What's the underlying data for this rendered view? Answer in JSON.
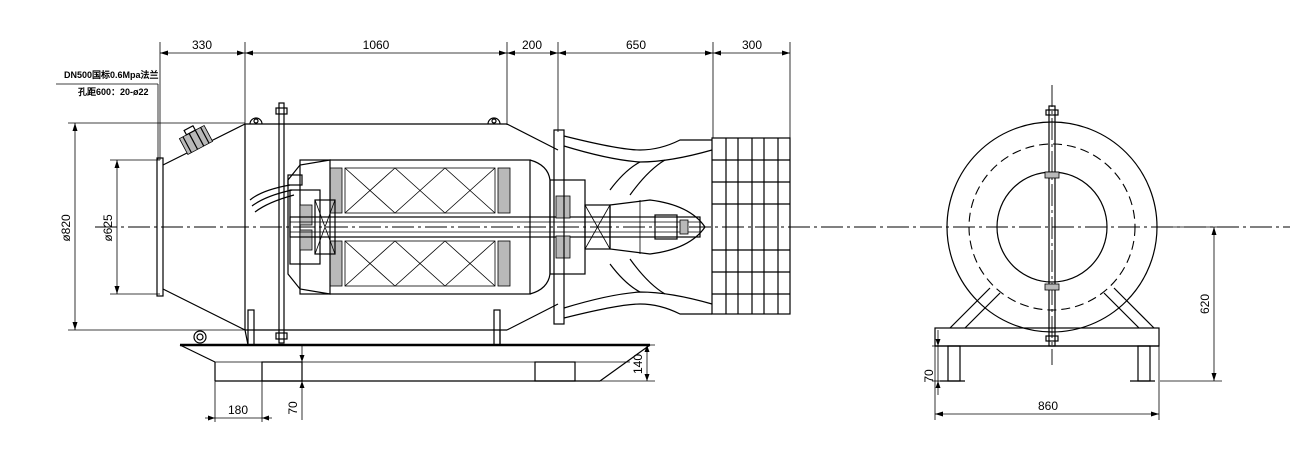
{
  "dimensions": {
    "top_330": "330",
    "top_1060": "1060",
    "top_200": "200",
    "top_650": "650",
    "top_300": "300",
    "dia_820": "ø820",
    "dia_625": "ø625",
    "h_140": "140",
    "h_70_side": "70",
    "w_180": "180",
    "h_620": "620",
    "h_70_front": "70",
    "w_860": "860"
  },
  "notes": {
    "flange_line1": "DN500国标0.6Mpa法兰",
    "flange_line2": "孔距600：20-ø22"
  }
}
